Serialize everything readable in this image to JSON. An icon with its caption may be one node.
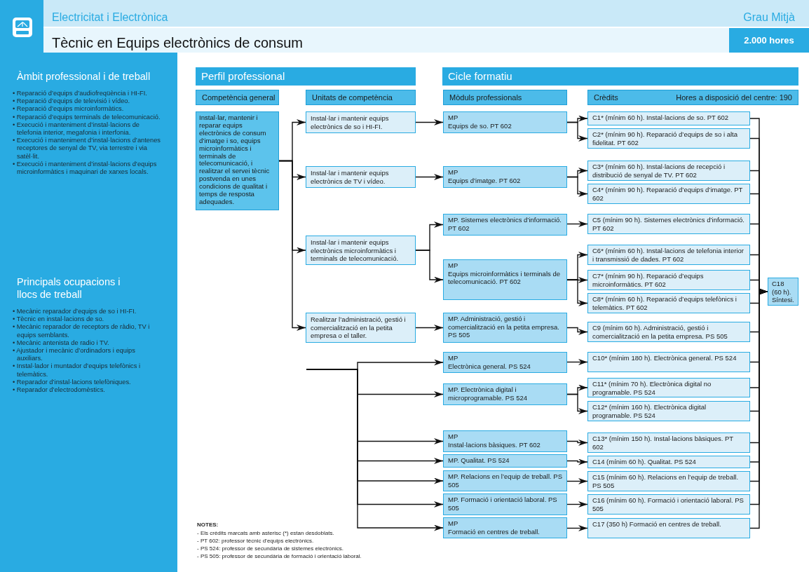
{
  "diagram": {
    "title": "Tècnic en Equips electrònics de consum",
    "nodes": [
      {
        "text": [
          "Àmbit professional i de treball",
          "• Reparació d’equips d’audiofreqüència i HI-FI.",
          "• Reparació d’equips de televisió i vídeo.",
          "• Reparació d’equips microinformàtics.",
          "• Reparació d’equips terminals de telecomunicació.",
          "• Execució i manteniment d’instal·lacions de telefonia interior, megafonia i interfonia.",
          "• Execució i manteniment d’instal·lacions d’antenes receptores de senyal de TV, via terrestre i via satèl·lit.",
          "• Execució i manteniment d’instal·lacions d’equips microinformàtics i maquinari de xarxes locals.",
          "Principals ocupacions i llocs de treball",
          "• Mecànic reparador d’equips de so i HI-FI.",
          "• Tècnic en instal·lacions de so.",
          "• Mecànic reparador de receptors de ràdio, TV i equips semblants.",
          "• Mecànic antenista de radio i TV.",
          "• Ajustador i mecànic d’ordinadors i equips auxiliars.",
          "• Instal·lador i muntador d’equips telefònics i telemàtics.",
          "• Reparador d’instal·lacions telefòniques.",
          "• Reparador d’electrodomèstics."
        ]
      },
      {
        "text": [
          "Perfil professional"
        ]
      },
      {
        "text": [
          "Cicle formatiu"
        ]
      },
      {
        "text": [
          "Competència general"
        ]
      },
      {
        "text": [
          "Unitats de competència"
        ]
      },
      {
        "text": [
          "Mòduls professionals"
        ]
      },
      {
        "text": [
          "Crèdits",
          "Hores a disposició del centre: 190"
        ]
      },
      {
        "text": [
          "Instal·lar, mantenir i reparar equips electrònics de consum d’imatge i so, equips microinformàtics i terminals de telecomunicació, i realitzar el servei tècnic postvenda en unes condicions de qualitat i temps de resposta adequades."
        ]
      },
      {
        "text": [
          "Instal·lar i mantenir equips electrònics de so i HI-FI."
        ]
      },
      {
        "text": [
          "Instal·lar i mantenir equips electrònics de TV i vídeo."
        ]
      },
      {
        "text": [
          "Instal·lar i mantenir equips electrònics microinformàtics i terminals de telecomunicació."
        ]
      },
      {
        "text": [
          "Realitzar l’administració, gestió i comercialització en la petita empresa o el taller."
        ]
      },
      {
        "text": [
          "MP",
          "Equips de so. PT 602"
        ]
      },
      {
        "text": [
          "MP",
          "Equips d’imatge. PT 602"
        ]
      },
      {
        "text": [
          "MP. Sistemes electrònics d’informació. PT 602"
        ]
      },
      {
        "text": [
          "MP",
          "Equips microinformàtics i terminals de telecomunicació. PT 602"
        ]
      },
      {
        "text": [
          "MP. Administració, gestió i comercialització en la petita empresa. PS 505"
        ]
      },
      {
        "text": [
          "MP",
          "Electrònica general. PS 524"
        ]
      },
      {
        "text": [
          "MP. Electrònica digital i microprogramable. PS 524"
        ]
      },
      {
        "text": [
          "MP",
          "Instal·lacions bàsiques. PT 602"
        ]
      },
      {
        "text": [
          "MP. Qualitat. PS 524"
        ]
      },
      {
        "text": [
          "MP. Relacions en l’equip de treball. PS 505"
        ]
      },
      {
        "text": [
          "MP. Formació i orientació laboral. PS 505"
        ]
      },
      {
        "text": [
          "MP",
          "Formació en centres de treball."
        ]
      },
      {
        "text": [
          "C1* (mínim 60 h). Instal·lacions de so. PT 602"
        ]
      },
      {
        "text": [
          "C2* (mínim 90 h). Reparació d’equips de so i alta fidelitat. PT 602"
        ]
      },
      {
        "text": [
          "C3* (mínim 60 h). Instal·lacions de recepció i distribució de senyal de TV. PT 602"
        ]
      },
      {
        "text": [
          "C4* (mínim 90 h). Reparació d’equips d’imatge. PT 602"
        ]
      },
      {
        "text": [
          "C5 (mínim 90 h). Sistemes electrònics d’informació. PT 602"
        ]
      },
      {
        "text": [
          "C6* (mínim 60 h). Instal·lacions de telefonia interior i transmissió de dades. PT 602"
        ]
      },
      {
        "text": [
          "C7* (mínim 90 h). Reparació d’equips microinformàtics. PT 602"
        ]
      },
      {
        "text": [
          "C8* (mínim 60 h). Reparació d’equips telefònics i telemàtics. PT 602"
        ]
      },
      {
        "text": [
          "C9 (mínim 60 h). Administració, gestió i comercialització en la petita empresa. PS 505"
        ]
      },
      {
        "text": [
          "C10* (mínim 180 h). Electrònica general. PS 524"
        ]
      },
      {
        "text": [
          "C11* (mínim 70 h). Electrònica digital no programable. PS 524"
        ]
      },
      {
        "text": [
          "C12* (mínim 160 h). Electrònica digital programable. PS 524"
        ]
      },
      {
        "text": [
          "C13* (mínim 150 h). Instal·lacions bàsiques. PT 602"
        ]
      },
      {
        "text": [
          "C14 (mínim 60 h). Qualitat. PS 524"
        ]
      },
      {
        "text": [
          "C15 (mínim 60 h). Relacions en l’equip de treball. PS 505"
        ]
      },
      {
        "text": [
          "C16 (mínim 60 h). Formació i orientació laboral. PS 505"
        ]
      },
      {
        "text": [
          "C17 (350 h) Formació en centres de treball."
        ]
      },
      {
        "text": [
          "C18 (60 h). Síntesi."
        ]
      }
    ],
    "edges": [
      {
        "from": 7,
        "to": 8,
        "arrow": "to"
      },
      {
        "from": 7,
        "to": 9,
        "arrow": "to"
      },
      {
        "from": 7,
        "to": 10,
        "arrow": "to"
      },
      {
        "from": 7,
        "to": 11,
        "arrow": "to"
      },
      {
        "from": 8,
        "to": 12,
        "arrow": "to"
      },
      {
        "from": 9,
        "to": 13,
        "arrow": "to"
      },
      {
        "from": 10,
        "to": 14,
        "arrow": "to"
      },
      {
        "from": 10,
        "to": 15,
        "arrow": "to"
      },
      {
        "from": 11,
        "to": 16,
        "arrow": "to"
      },
      {
        "from": null,
        "to": 17,
        "arrow": "to"
      },
      {
        "from": null,
        "to": 18,
        "arrow": "to"
      },
      {
        "from": null,
        "to": 19,
        "arrow": "to"
      },
      {
        "from": null,
        "to": 20,
        "arrow": "to"
      },
      {
        "from": null,
        "to": 21,
        "arrow": "to"
      },
      {
        "from": null,
        "to": 22,
        "arrow": "to"
      },
      {
        "from": null,
        "to": 23,
        "arrow": "to"
      },
      {
        "from": 12,
        "to": 24,
        "arrow": "to"
      },
      {
        "from": 12,
        "to": 25,
        "arrow": "to"
      },
      {
        "from": 13,
        "to": 26,
        "arrow": "to"
      },
      {
        "from": 13,
        "to": 27,
        "arrow": "to"
      },
      {
        "from": 14,
        "to": 28,
        "arrow": "to"
      },
      {
        "from": 15,
        "to": 29,
        "arrow": "to"
      },
      {
        "from": 15,
        "to": 30,
        "arrow": "to"
      },
      {
        "from": 15,
        "to": 31,
        "arrow": "to"
      },
      {
        "from": 16,
        "to": 32,
        "arrow": "to"
      },
      {
        "from": 17,
        "to": 33,
        "arrow": "to"
      },
      {
        "from": 18,
        "to": 34,
        "arrow": "to"
      },
      {
        "from": 18,
        "to": 35,
        "arrow": "to"
      },
      {
        "from": 19,
        "to": 36,
        "arrow": "to"
      },
      {
        "from": 20,
        "to": 37,
        "arrow": "to"
      },
      {
        "from": 21,
        "to": 38,
        "arrow": "to"
      },
      {
        "from": 22,
        "to": 39,
        "arrow": "to"
      },
      {
        "from": 23,
        "to": 40,
        "arrow": "to"
      },
      {
        "from": 24,
        "to": 41,
        "arrow": "to"
      },
      {
        "from": 25,
        "to": 41,
        "arrow": "to"
      },
      {
        "from": 26,
        "to": 41,
        "arrow": "to"
      },
      {
        "from": 27,
        "to": 41,
        "arrow": "to"
      },
      {
        "from": 28,
        "to": 41,
        "arrow": "to"
      },
      {
        "from": 29,
        "to": 41,
        "arrow": "to"
      },
      {
        "from": 30,
        "to": 41,
        "arrow": "to"
      },
      {
        "from": 31,
        "to": 41,
        "arrow": "to"
      },
      {
        "from": 32,
        "to": 41,
        "arrow": "to"
      },
      {
        "from": 33,
        "to": 41,
        "arrow": "to"
      },
      {
        "from": 34,
        "to": 41,
        "arrow": "to"
      },
      {
        "from": 35,
        "to": 41,
        "arrow": "to"
      },
      {
        "from": 36,
        "to": 41,
        "arrow": "to"
      },
      {
        "from": 37,
        "to": 41,
        "arrow": "to"
      },
      {
        "from": 38,
        "to": 41,
        "arrow": "to"
      },
      {
        "from": 39,
        "to": 41,
        "arrow": "to"
      },
      {
        "from": 40,
        "to": 41,
        "arrow": "to"
      }
    ],
    "labels": [
      "Electricitat i Electrònica",
      "Grau Mitjà",
      "2.000 hores",
      "NOTES:",
      "- Els crèdits marcats amb asterisc (*) estan desdoblats.",
      "- PT 602: professor tècnic d’equips electrònics.",
      "- PS 524: professor de secundària de sistemes electrònics.",
      "- PS 505: professor de secundària de formació i orientació laboral."
    ]
  }
}
